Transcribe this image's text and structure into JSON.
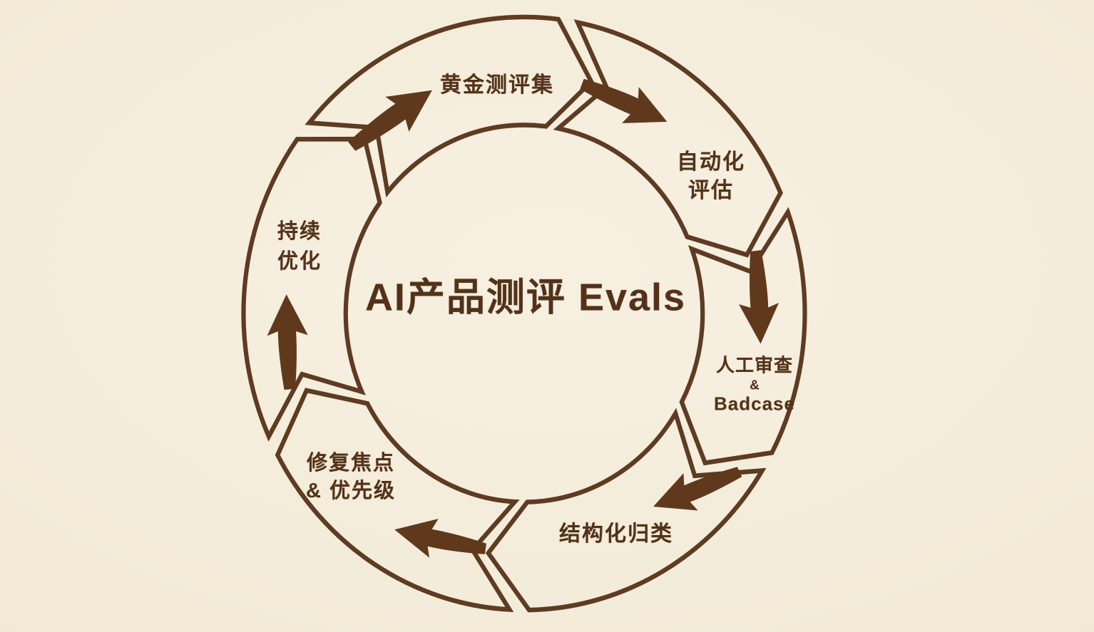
{
  "colors": {
    "background": "#f3ebd8",
    "ink": "#5e3b22",
    "arrow_fill": "#60391c",
    "text_ink": "#533219"
  },
  "diagram": {
    "type": "cycle",
    "direction": "clockwise",
    "center_title": "AI产品测评 Evals",
    "stages": [
      {
        "id": "golden-set",
        "label": "黄金测评集",
        "lines": [
          "黄金测评集"
        ]
      },
      {
        "id": "automated-eval",
        "label": "自动化评估",
        "lines": [
          "自动化",
          "评估"
        ]
      },
      {
        "id": "human-review-badcase",
        "label": "人工审查 & Badcase",
        "lines": [
          "人工审查",
          "&",
          "Badcase"
        ]
      },
      {
        "id": "structured-categorization",
        "label": "结构化归类",
        "lines": [
          "结构化归类"
        ]
      },
      {
        "id": "fix-focus-priority",
        "label": "修复焦点 & 优先级",
        "lines": [
          "修复焦点",
          "& 优先级"
        ]
      },
      {
        "id": "continuous-optimization",
        "label": "持续优化",
        "lines": [
          "持续",
          "优化"
        ]
      }
    ]
  }
}
